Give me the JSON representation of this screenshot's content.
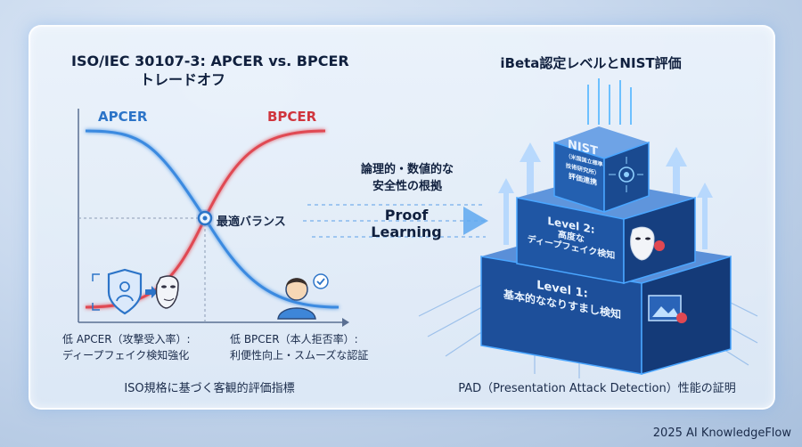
{
  "left": {
    "title_line1": "ISO/IEC 30107-3: APCER vs. BPCER",
    "title_line2": "トレードオフ",
    "apcer_label": "APCER",
    "bpcer_label": "BPCER",
    "balance_label": "最適バランス",
    "caption_left_line1": "低 APCER（攻撃受入率）:",
    "caption_left_line2": "ディープフェイク検知強化",
    "caption_right_line1": "低 BPCER（本人拒否率）:",
    "caption_right_line2": "利便性向上・スムーズな認証",
    "bottom": "ISO規格に基づく客観的評価指標"
  },
  "middle": {
    "note_line1": "論理的・数値的な",
    "note_line2": "安全性の根拠",
    "proof_line1": "Proof",
    "proof_line2": "Learning"
  },
  "right": {
    "title": "iBeta認定レベルとNIST評価",
    "nist_title": "NIST",
    "nist_sub1": "（米国国立標準",
    "nist_sub2": "技術研究所）",
    "nist_sub3": "評価連携",
    "level2_title": "Level 2:",
    "level2_sub1": "高度な",
    "level2_sub2": "ディープフェイク検知",
    "level1_title": "Level 1:",
    "level1_sub": "基本的ななりすまし検知",
    "bottom": "PAD（Presentation Attack Detection）性能の証明"
  },
  "footer": "2025 AI KnowledgeFlow",
  "colors": {
    "apcer": "#2c74c8",
    "bpcer": "#d0353d",
    "cube": "#1d4f9a",
    "glow": "#3fa7ff"
  },
  "icons": [
    "shield-face-icon",
    "mask-icon",
    "user-check-icon",
    "chip-icon",
    "alert-icon",
    "image-icon"
  ]
}
